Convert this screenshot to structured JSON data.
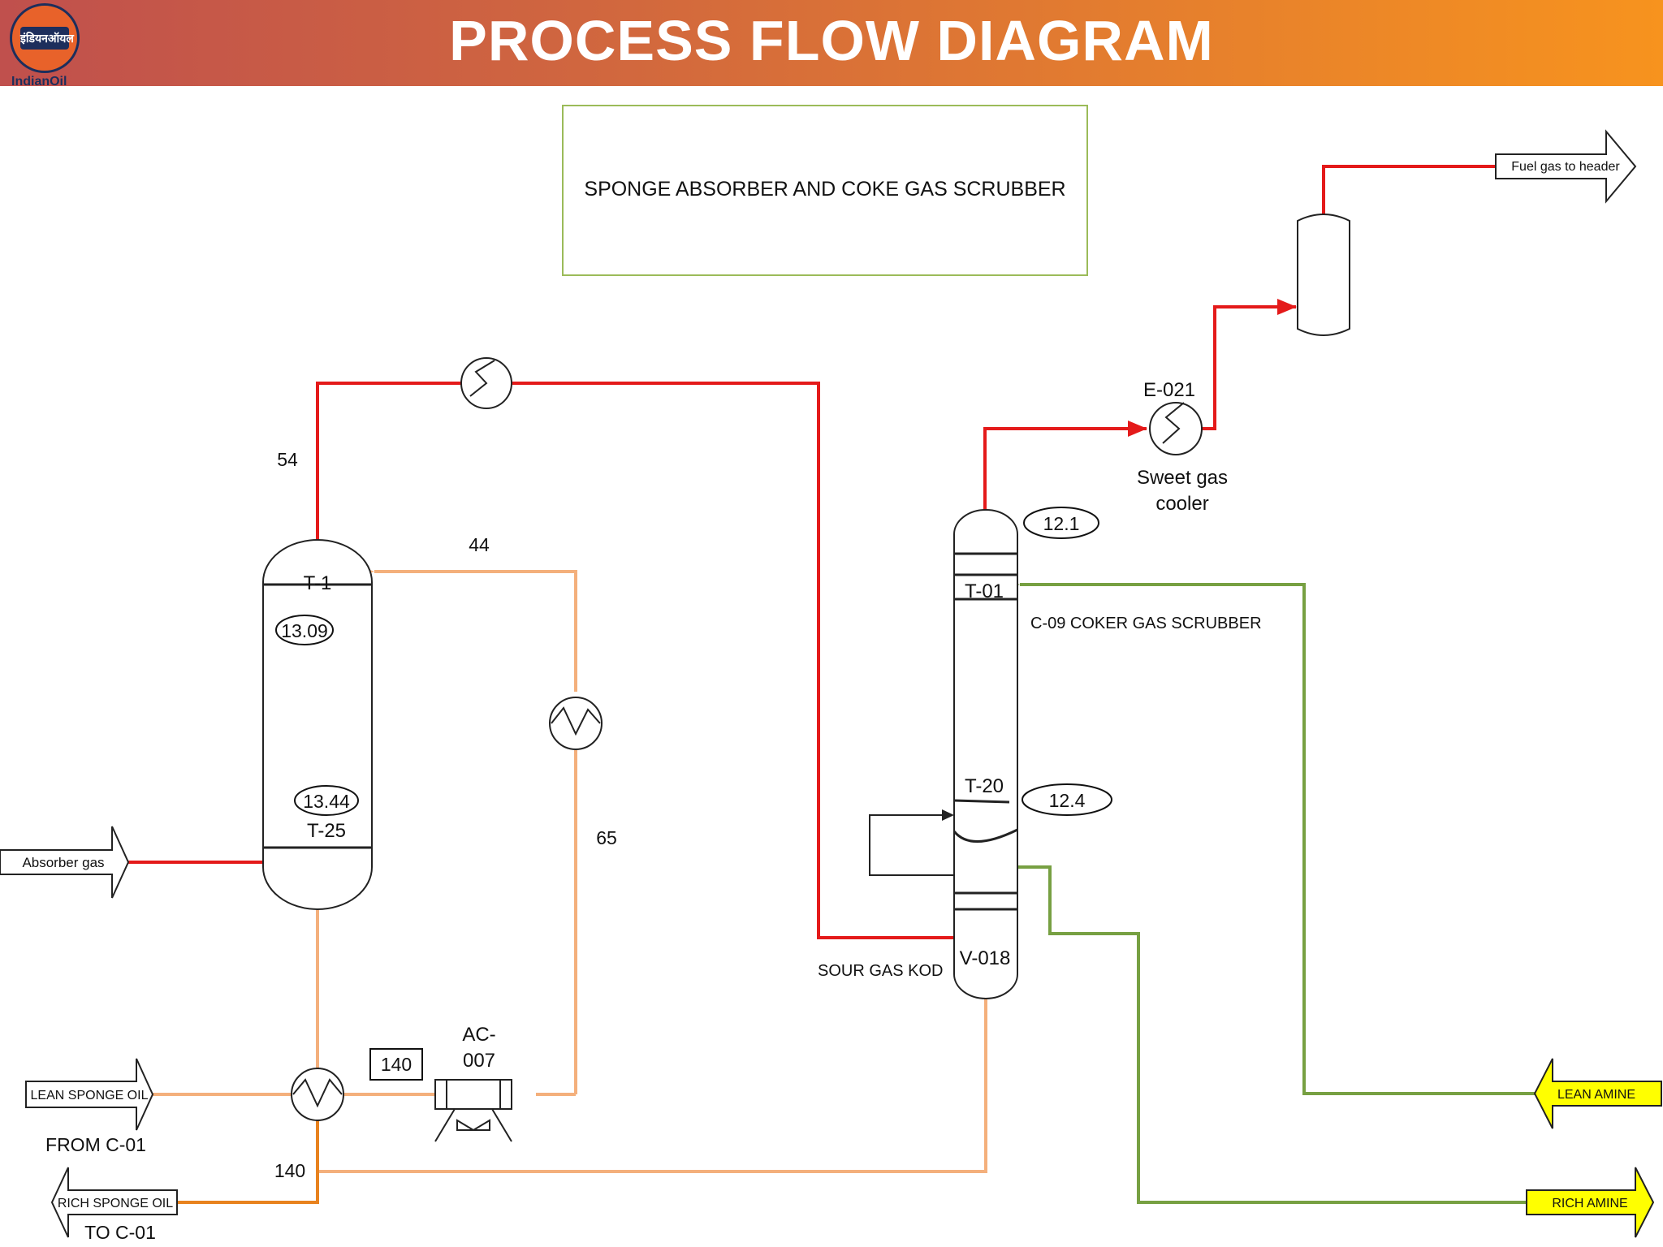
{
  "header": {
    "title": "PROCESS FLOW DIAGRAM",
    "logo_mark": "इंडियनऑयल",
    "logo_text": "IndianOil",
    "color_start": "#c0504d",
    "color_end": "#f7931e"
  },
  "diagram": {
    "title": "SPONGE ABSORBER AND COKE GAS SCRUBBER",
    "colors": {
      "gas_line": "#e41a1a",
      "sponge_oil_line": "#f4b07c",
      "rich_oil_line": "#e8821e",
      "amine_line": "#77a042",
      "amine_arrow": "#ffff00",
      "title_box_border": "#9bbb59"
    },
    "streams": {
      "absorber_gas": "Absorber gas",
      "fuel_gas": "Fuel gas to header",
      "lean_sponge_oil": "LEAN SPONGE OIL",
      "from_c01": "FROM C-01",
      "rich_sponge_oil": "RICH SPONGE OIL",
      "to_c01": "TO C-01",
      "lean_amine": "LEAN AMINE",
      "rich_amine": "RICH AMINE"
    },
    "absorber": {
      "tray_top": "T-1",
      "tray_bottom": "T-25",
      "pressure_top": "13.09",
      "pressure_bottom": "13.44"
    },
    "scrubber": {
      "name": "C-09 COKER GAS SCRUBBER",
      "tray_top": "T-01",
      "tray_bottom": "T-20",
      "pressure_top": "12.1",
      "pressure_bottom": "12.4",
      "kod_tag": "V-018",
      "kod_name": "SOUR GAS KOD"
    },
    "cooler": {
      "tag": "E-021",
      "name_line1": "Sweet gas",
      "name_line2": "cooler"
    },
    "air_cooler": {
      "tag_line1": "AC-",
      "tag_line2": "007"
    },
    "values": {
      "absorber_overhead": "54",
      "sponge_oil_return": "44",
      "sponge_oil_mid": "65",
      "exchanger_outlet_boxed": "140",
      "rich_oil_outlet": "140"
    }
  }
}
